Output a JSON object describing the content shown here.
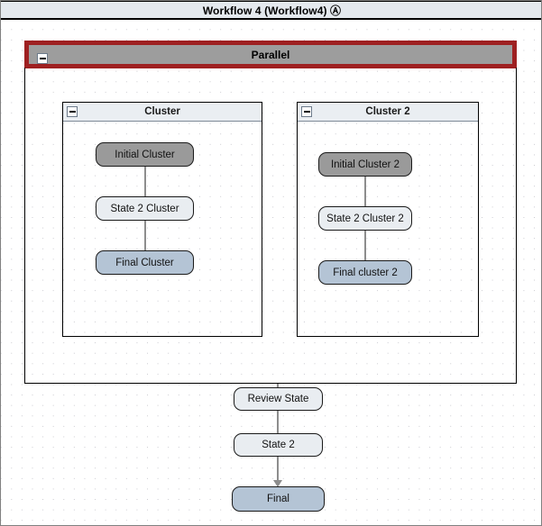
{
  "window": {
    "title": "Workflow 4 (Workflow4) Ⓐ"
  },
  "colors": {
    "titlebar_bg": "#e4e9ee",
    "parallel_border": "#9e2021",
    "parallel_header_bg": "#9d9d9d",
    "cluster_header_bg": "#eaeef2",
    "node_initial_fill": "#9a9a9a",
    "node_normal_fill": "#e9edf1",
    "node_final_fill": "#b4c4d5",
    "arrow": "#8d8d8d",
    "grid_dot": "#c9c9cf"
  },
  "diagram": {
    "parallel_region": {
      "label": "Parallel",
      "collapse_icon": "minus-square-icon"
    },
    "clusters": [
      {
        "label": "Cluster",
        "collapse_icon": "minus-square-icon",
        "nodes": [
          {
            "label": "Initial Cluster",
            "kind": "initial"
          },
          {
            "label": "State 2 Cluster",
            "kind": "normal"
          },
          {
            "label": "Final Cluster",
            "kind": "final"
          }
        ]
      },
      {
        "label": "Cluster 2",
        "collapse_icon": "minus-square-icon",
        "nodes": [
          {
            "label": "Initial Cluster 2",
            "kind": "initial"
          },
          {
            "label": "State 2 Cluster 2",
            "kind": "normal"
          },
          {
            "label": "Final cluster 2",
            "kind": "final"
          }
        ]
      }
    ],
    "main_nodes": [
      {
        "label": "Review State",
        "kind": "normal"
      },
      {
        "label": "State 2",
        "kind": "normal"
      },
      {
        "label": "Final",
        "kind": "final"
      }
    ]
  }
}
